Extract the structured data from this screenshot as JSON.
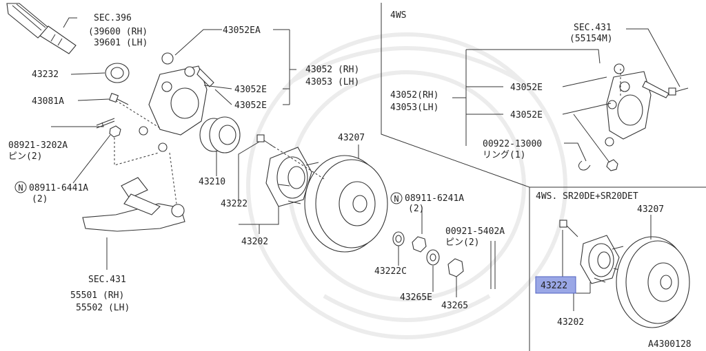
{
  "labels": {
    "sec396": "SEC.396",
    "l39600": "(39600 (RH)",
    "l39601": "39601 (LH)",
    "p43232": "43232",
    "p43081a": "43081A",
    "p08921": "08921-3202A",
    "pin2a": "ピン(2)",
    "p08911_6441": "08911-6441A",
    "qty2a": "(2)",
    "p43052ea": "43052EA",
    "p43052rh": "43052 (RH)",
    "p43053lh": "43053 (LH)",
    "p43052e_1": "43052E",
    "p43052e_2": "43052E",
    "p43210": "43210",
    "p43222": "43222",
    "p43202": "43202",
    "p43207": "43207",
    "sec431": "SEC.431",
    "l55501": "55501 (RH)",
    "l55502": "55502 (LH)",
    "p08911_6241": "08911-6241A",
    "qty2b": "(2)",
    "p00921": "00921-5402A",
    "pin2b": "ピン(2)",
    "p43222c": "43222C",
    "p43265e": "43265E",
    "p43265": "43265",
    "ws4": "4WS",
    "sec431b": "SEC.431",
    "l55154m": "(55154M)",
    "p43052rh_b": "43052(RH)",
    "p43053lh_b": "43053(LH)",
    "p43052e_3": "43052E",
    "p43052e_4": "43052E",
    "p00922": "00922-13000",
    "ring1": "リング(1)",
    "ws4sr": "4WS. SR20DE+SR20DET",
    "p43207b": "43207",
    "p43222_hl": "43222",
    "p43202b": "43202",
    "figcode": "A4300128",
    "n1": "N",
    "n2": "N"
  },
  "highlight_color": "#9aa7e6"
}
